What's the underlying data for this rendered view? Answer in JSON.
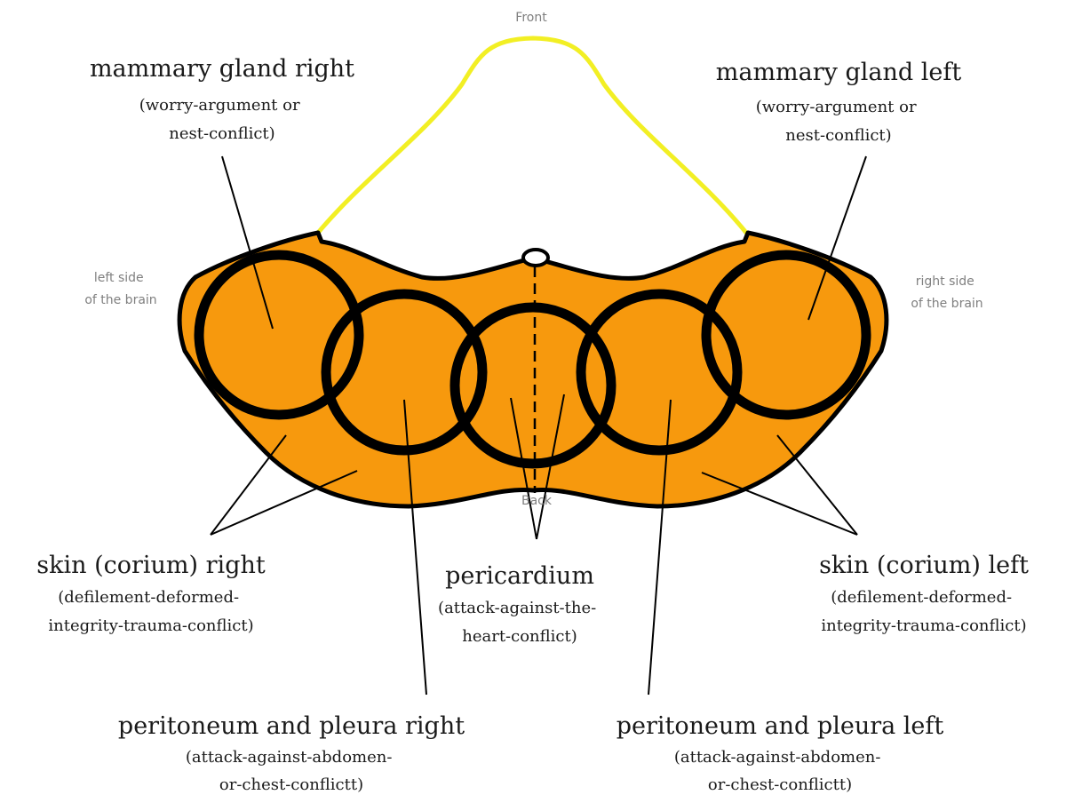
{
  "orientation": {
    "front": "Front",
    "back": "Back",
    "left_side": [
      "left side",
      "of the brain"
    ],
    "right_side": [
      "right side",
      "of the brain"
    ]
  },
  "labels": {
    "mammary_right": {
      "title": "mammary gland right",
      "sub": [
        "(worry-argument or",
        "nest-conflict)"
      ]
    },
    "mammary_left": {
      "title": "mammary gland left",
      "sub": [
        "(worry-argument or",
        "nest-conflict)"
      ]
    },
    "skin_right": {
      "title": "skin (corium) right",
      "sub": [
        "(defilement-deformed-",
        "integrity-trauma-conflict)"
      ]
    },
    "skin_left": {
      "title": "skin (corium) left",
      "sub": [
        "(defilement-deformed-",
        "integrity-trauma-conflict)"
      ]
    },
    "pericardium": {
      "title": "pericardium",
      "sub": [
        "(attack-against-the-",
        "heart-conflict)"
      ]
    },
    "peritoneum_right": {
      "title": "peritoneum and pleura right",
      "sub": [
        "(attack-against-abdomen-",
        "or-chest-conflictt)"
      ]
    },
    "peritoneum_left": {
      "title": "peritoneum and pleura left",
      "sub": [
        "(attack-against-abdomen-",
        "or-chest-conflictt)"
      ]
    }
  },
  "colors": {
    "brain_fill": "#f7990d",
    "outline": "#000000",
    "front_outline": "#f2ef24",
    "text": "#1a1a1a",
    "orientation_text": "#808080"
  }
}
